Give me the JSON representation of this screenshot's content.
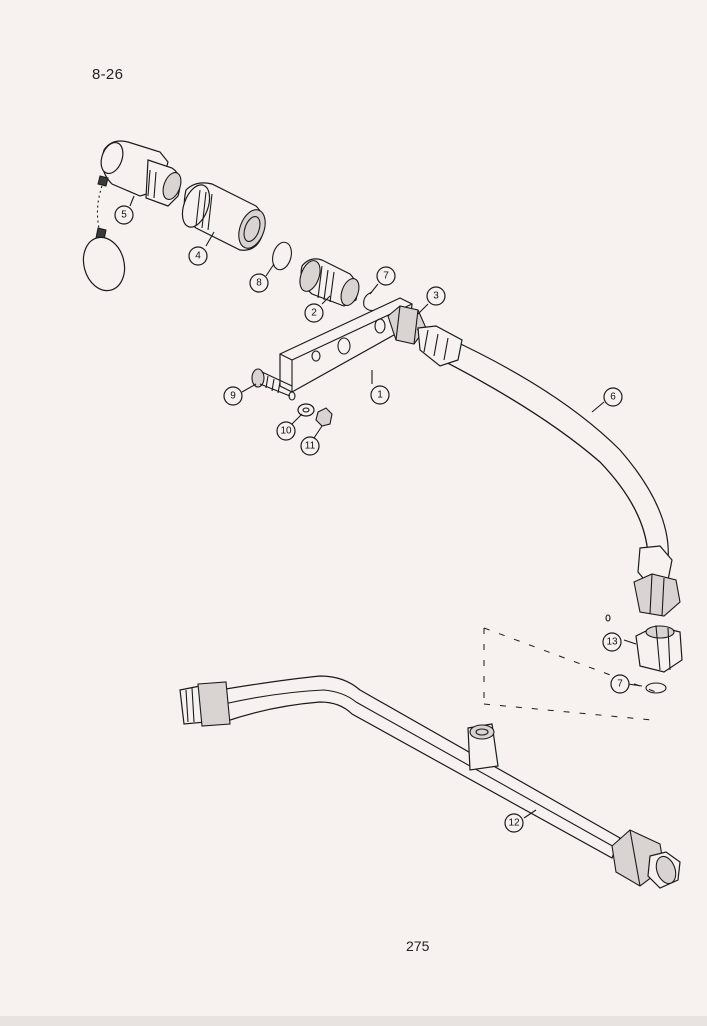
{
  "header": {
    "page_label": "8-26"
  },
  "footer": {
    "page_number": "275"
  },
  "callouts": [
    {
      "id": "1",
      "label": "1"
    },
    {
      "id": "2",
      "label": "2"
    },
    {
      "id": "3",
      "label": "3"
    },
    {
      "id": "4",
      "label": "4"
    },
    {
      "id": "5",
      "label": "5"
    },
    {
      "id": "6",
      "label": "6"
    },
    {
      "id": "7a",
      "label": "7"
    },
    {
      "id": "7b",
      "label": "7"
    },
    {
      "id": "8",
      "label": "8"
    },
    {
      "id": "9",
      "label": "9"
    },
    {
      "id": "10",
      "label": "10"
    },
    {
      "id": "11",
      "label": "11"
    },
    {
      "id": "12",
      "label": "12"
    },
    {
      "id": "13",
      "label": "13"
    }
  ]
}
